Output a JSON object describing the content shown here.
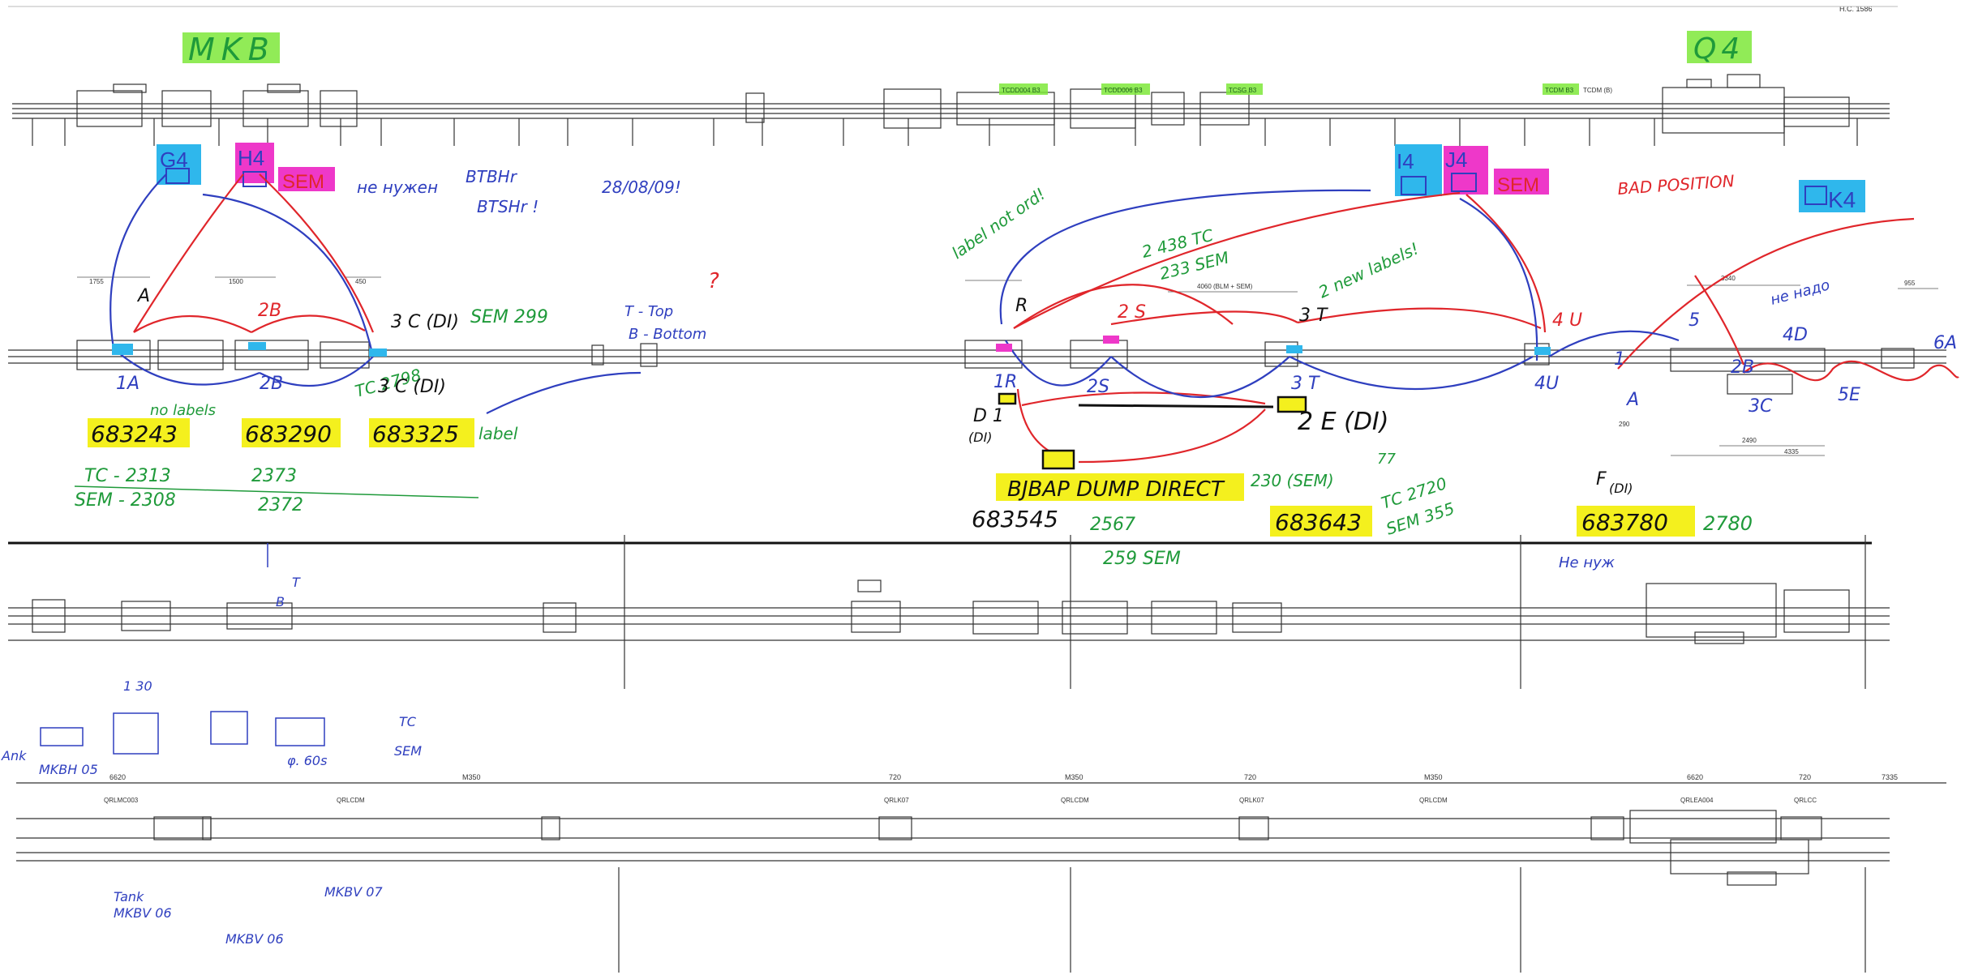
{
  "colors": {
    "ink": "#2a2a2a",
    "blue": "#2f3fbf",
    "red": "#e0262b",
    "green": "#1f9a3a",
    "yellow": "#f4f01e",
    "lime": "#7ee83a",
    "cyan": "#2fb7ec",
    "magenta": "#ee38c9",
    "black": "#111111"
  },
  "header": {
    "sheet_ref": "H.C. 1586",
    "mkb_label": "MKB",
    "q4_label": "Q4",
    "top_tags": [
      "TCDD004 B3",
      "TCDD006 B3",
      "TCSG B3",
      "TCDM B3"
    ],
    "top_tag_extra": "TCDM (B)"
  },
  "boxes": {
    "g4": "G4",
    "h4": "H4",
    "i4": "I4",
    "j4": "J4",
    "k4": "K4",
    "sem": "SEM"
  },
  "notes": {
    "ne_uz": "не нужен",
    "btbhr": "BTBHr",
    "btshr": "BTSHr !",
    "date": "28/08/09!",
    "qmark": "?",
    "label_not_ord": "label not ord!",
    "s38": "2 438 TC",
    "s233": "233 SEM",
    "labels2": "2 new labels!",
    "sem299": "SEM 299",
    "ttop": "T - Top",
    "bottom": "B - Bottom",
    "tc2798": "TC 2798",
    "label": "label",
    "no_labels": "no labels",
    "bad_position": "BAD POSITION",
    "ne_nado": "не надо",
    "ne_uz2": "не нуж"
  },
  "markers": {
    "a": "A",
    "b2": "2B",
    "c3": "3 C (DI)",
    "c3b": "3 C (DI)",
    "a1": "1A",
    "b2b": "2B",
    "r": "R",
    "s": "2 S",
    "t": "3 T",
    "u": "4 U",
    "r1": "1R",
    "s2": "2S",
    "t3": "3 T",
    "u4": "4U",
    "d1": "D 1",
    "d1di": "(DI)",
    "e2": "2 E (DI)",
    "n77": "77",
    "a4": "A",
    "b4": "2B",
    "d4": "4D",
    "c4": "3C",
    "e5": "5E",
    "a6": "6A",
    "f": "F",
    "fdi": "(DI)",
    "n1": "1",
    "n5": "5"
  },
  "numbers": {
    "n683243": "683243",
    "n683290": "683290",
    "n683325": "683325",
    "n683545": "683545",
    "n683643": "683643",
    "n683780": "683780",
    "tc2313": "TC - 2313",
    "sem2308": "SEM - 2308",
    "v2373": "2373",
    "v2372": "2372",
    "v2567": "2567",
    "v259": "259 SEM",
    "tc2720": "TC 2720",
    "sem355": "SEM 355",
    "v2780": "2780",
    "dump": "BJBAP DUMP DIRECT",
    "v230": "230 (SEM)",
    "he_uz": "Не нуж"
  },
  "section3": {
    "dims_top": [
      "6620",
      "M350",
      "720",
      "M350",
      "720",
      "M350",
      "6620",
      "720",
      "7335"
    ],
    "comp_labels": [
      "QRLMC003",
      "QRLCDM",
      "QRLK07",
      "QRLCDM",
      "QRLK07",
      "QRLCDM",
      "QRLEA004",
      "QRLCC"
    ]
  },
  "sketch": {
    "t": "T",
    "b": "B",
    "n30": "1 30",
    "n60": "φ. 60s",
    "tc": "TC",
    "sem": "SEM",
    "mkbh05": "MKBH 05",
    "mkbv06": "MKBV 06",
    "mkbv": "MKBV 06",
    "mkbv2": "MKBV 07",
    "tank": "Tank",
    "anc": "Ank"
  },
  "dims_mid": {
    "d1": "1755",
    "d2": "1500",
    "d3": "450",
    "d4": "4060 (BLM + SEM)",
    "d5": "3340",
    "d6": "955",
    "d7": "2490",
    "d8": "4335",
    "d9": "290"
  }
}
